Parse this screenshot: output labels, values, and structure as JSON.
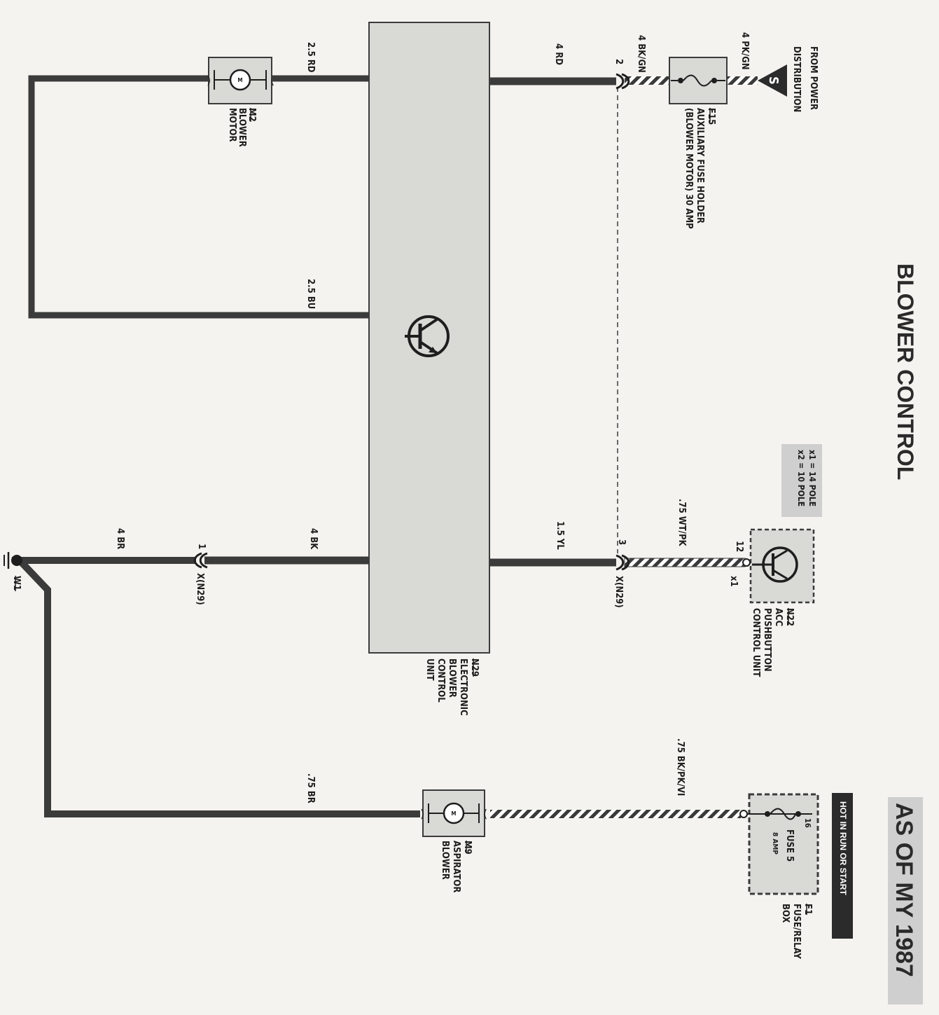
{
  "title": "BLOWER CONTROL",
  "stamp": "AS OF MY 1987",
  "hot_banner": "HOT IN RUN OR START",
  "pole_legend": {
    "x1": "x1 = 14 POLE",
    "x2": "x2 = 10 POLE"
  },
  "power_source": {
    "symbol": "S",
    "label_1": "FROM POWER",
    "label_2": "DISTRIBUTION"
  },
  "wires": {
    "pk_gn": "4 PK/GN",
    "bk_gn": "4 BK/GN",
    "rd_4": "4 RD",
    "rd_25": "2.5 RD",
    "bu_25": "2.5 BU",
    "yl_15": "1.5 YL",
    "wt_pk": ".75 WT/PK",
    "bk_4": "4 BK",
    "br_4": "4 BR",
    "br_075": ".75 BR",
    "bk_pk_vi": ".75 BK/PK/VI"
  },
  "pins": {
    "p2": "2",
    "p3": "3",
    "p12": "12",
    "p1": "1",
    "p16": "16"
  },
  "connectors": {
    "xn29_a": "X(N29)",
    "xn29_b": "X(N29)",
    "x1": "x1"
  },
  "components": {
    "m2": {
      "id": "M2",
      "line1": "BLOWER",
      "line2": "MOTOR",
      "glyph": "M"
    },
    "f15": {
      "id": "F15",
      "line1": "AUXILIARY FUSE HOLDER",
      "line2": "(BLOWER MOTOR) 30 AMP"
    },
    "n29": {
      "id": "N29",
      "line1": "ELECTRONIC",
      "line2": "BLOWER",
      "line3": "CONTROL",
      "line4": "UNIT"
    },
    "n22": {
      "id": "N22",
      "line1": "ACC",
      "line2": "PUSHBUTTON",
      "line3": "CONTROL UNIT"
    },
    "m9": {
      "id": "M9",
      "line1": "ASPIRATOR",
      "line2": "BLOWER",
      "glyph": "M"
    },
    "f1": {
      "id": "F1",
      "line1": "FUSE/RELAY",
      "line2": "BOX",
      "fuse": "FUSE 5",
      "amp": "8 AMP"
    },
    "w1": {
      "id": "W1"
    }
  },
  "colors": {
    "wire": "#3b3b3b",
    "box_fill": "#d9d9d6",
    "stamp_bg": "#cfcfcf",
    "banner_bg": "#2b2b2b"
  }
}
